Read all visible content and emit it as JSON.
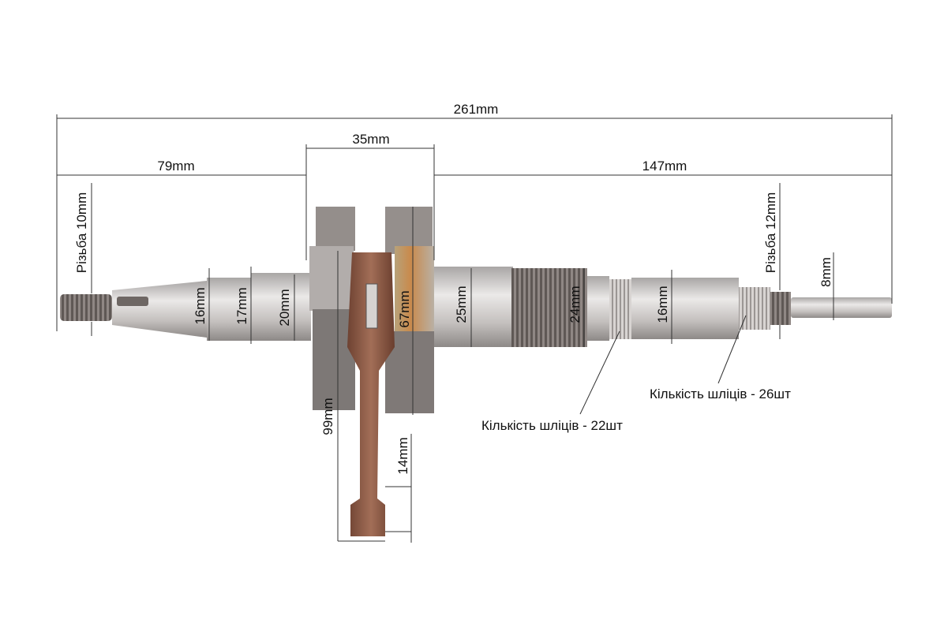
{
  "dimensions": {
    "total_length": "261mm",
    "left_shaft_length": "79mm",
    "crank_width": "35mm",
    "right_shaft_length": "147mm",
    "left_thread": "Різьба 10mm",
    "right_thread": "Різьба 12mm",
    "d_left_16": "16mm",
    "d_17": "17mm",
    "d_20": "20mm",
    "web_height": "67mm",
    "rod_length": "99mm",
    "small_end": "14mm",
    "d_25": "25mm",
    "d_24": "24mm",
    "d_right_16": "16mm",
    "d_8": "8mm"
  },
  "annotations": {
    "splines_22": "Кількість шліців - 22шт",
    "splines_26": "Кількість шліців - 26шт"
  },
  "colors": {
    "steel": "#c9c6c4",
    "cast": "#8a8482",
    "rod": "#8d5a44"
  }
}
